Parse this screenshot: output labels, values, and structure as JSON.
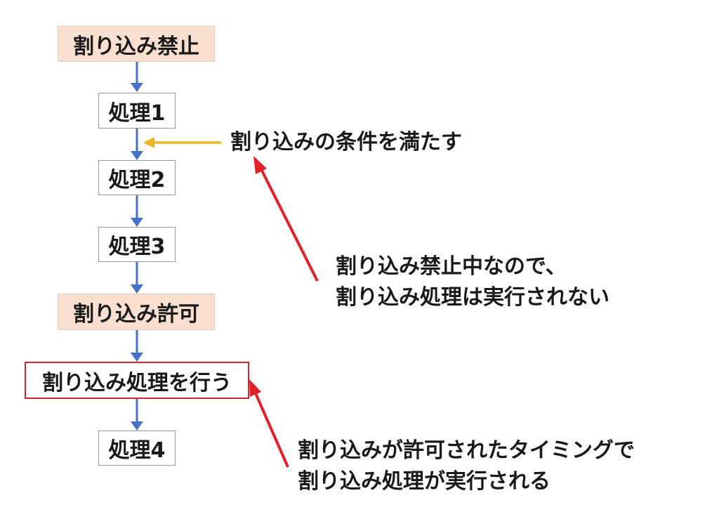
{
  "colors": {
    "flow_arrow": "#4472c4",
    "condition_arrow": "#f0b323",
    "callout_arrow": "#e32028",
    "peach_box": "#f8dfd0",
    "highlight_border": "#d3262b"
  },
  "flow": {
    "nodes": [
      {
        "label": "割り込み禁止",
        "style": "peach"
      },
      {
        "label": "処理1",
        "style": "plain"
      },
      {
        "label": "処理2",
        "style": "plain"
      },
      {
        "label": "処理3",
        "style": "plain"
      },
      {
        "label": "割り込み許可",
        "style": "peach"
      },
      {
        "label": "割り込み処理を行う",
        "style": "red-outline"
      },
      {
        "label": "処理4",
        "style": "plain"
      }
    ]
  },
  "annotations": {
    "condition": "割り込みの条件を満たす",
    "blocked": {
      "line1": "割り込み禁止中なので、",
      "line2": "割り込み処理は実行されない"
    },
    "executed": {
      "line1": "割り込みが許可されたタイミングで",
      "line2": "割り込み処理が実行される"
    }
  }
}
